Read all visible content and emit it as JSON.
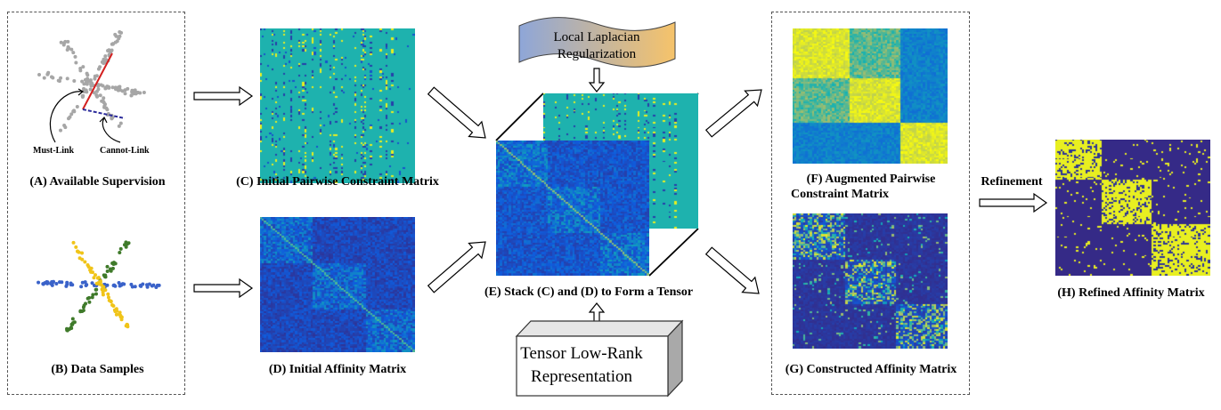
{
  "captions": {
    "a": "(A) Available Supervision",
    "b": "(B) Data Samples",
    "c": "(C) Initial Pairwise Constraint Matrix",
    "d": "(D) Initial Affinity Matrix",
    "e": "(E) Stack (C) and (D) to Form a Tensor",
    "f1": "(F) Augmented Pairwise",
    "f2": "Constraint Matrix",
    "g": "(G) Constructed Affinity Matrix",
    "h": "(H) Refined Affinity Matrix"
  },
  "labels": {
    "must_link": "Must-Link",
    "cannot_link": "Cannot-Link",
    "refinement": "Refinement",
    "laplacian1": "Local Laplacian",
    "laplacian2": "Regularization",
    "tlrr1": "Tensor Low-Rank",
    "tlrr2": "Representation"
  },
  "colors": {
    "teal": "#1abfa8",
    "dark_blue": "#3a2aa0",
    "mid_blue": "#2f6fe0",
    "yellow": "#f5d832",
    "cluster_blue": "#3a62c9",
    "cluster_green": "#3f7a2a",
    "cluster_yellow": "#f0c419",
    "gray_point": "#a6a6a6",
    "must_link_line": "#d32020",
    "cannot_link_line": "#2a2a9a"
  }
}
